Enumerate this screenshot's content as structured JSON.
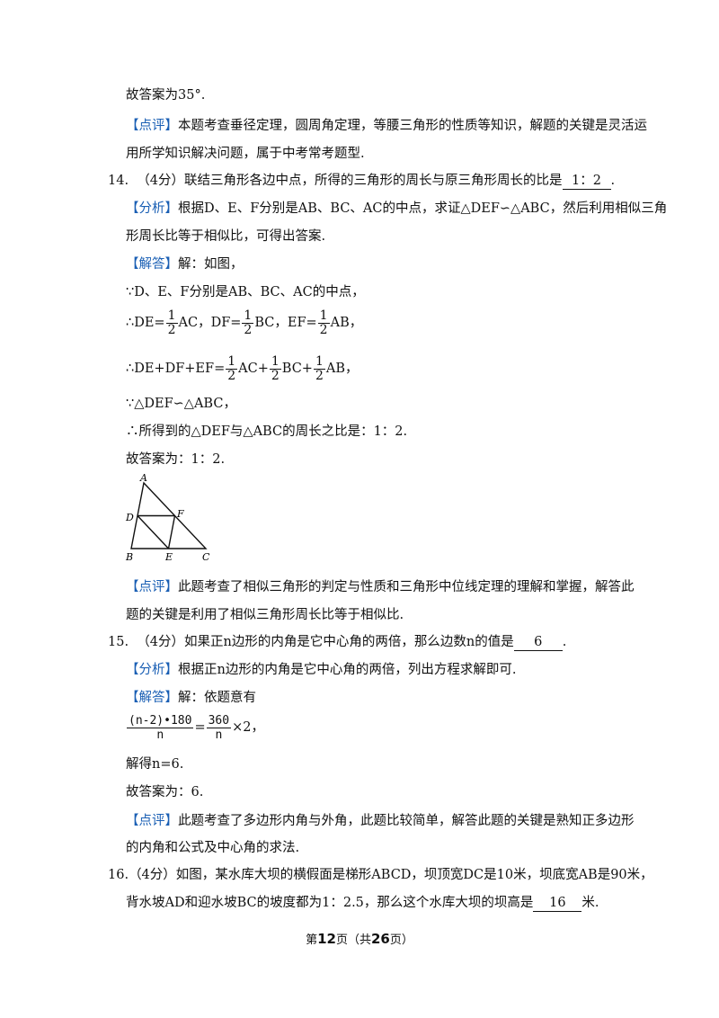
{
  "p13": {
    "answer_line": "故答案为35°.",
    "review_tag": "【点评】",
    "review_text_1": "本题考查垂径定理，圆周角定理，等腰三角形的性质等知识，解题的关键是灵活运",
    "review_text_2": "用所学知识解决问题，属于中考常考题型."
  },
  "q14": {
    "num": "14.",
    "score": "（4分）",
    "stem": "联结三角形各边中点，所得的三角形的周长与原三角形周长的比是",
    "answer": "1：2",
    "analysis_tag": "【分析】",
    "analysis_1": "根据D、E、F分别是AB、BC、AC的中点，求证△DEF∽△ABC，然后利用相似三角",
    "analysis_2": "形周长比等于相似比，可得出答案.",
    "solution_tag": "【解答】",
    "solution_intro": "解：如图，",
    "step1": "∵D、E、F分别是AB、BC、AC的中点，",
    "step2_prefix": "∴DE=",
    "step2_a": "AC，DF=",
    "step2_b": "BC，EF=",
    "step2_c": "AB，",
    "step3_prefix": "∴DE+DF+EF=",
    "step3_a": "AC+",
    "step3_b": "BC+",
    "step3_c": "AB，",
    "half_num": "1",
    "half_den": "2",
    "step4": "∵△DEF∽△ABC，",
    "step5": "∴所得到的△DEF与△ABC的周长之比是：1：2.",
    "final": "故答案为：1：2.",
    "figure_labels": {
      "A": "A",
      "B": "B",
      "C": "C",
      "D": "D",
      "E": "E",
      "F": "F"
    },
    "review_tag": "【点评】",
    "review_1": "此题考查了相似三角形的判定与性质和三角形中位线定理的理解和掌握，解答此",
    "review_2": "题的关键是利用了相似三角形周长比等于相似比."
  },
  "q15": {
    "num": "15.",
    "score": "（4分）",
    "stem": "如果正n边形的内角是它中心角的两倍，那么边数n的值是",
    "answer": "6",
    "analysis_tag": "【分析】",
    "analysis": "根据正n边形的内角是它中心角的两倍，列出方程求解即可.",
    "solution_tag": "【解答】",
    "solution_intro": "解：依题意有",
    "eq_lhs_num": "(n-2)•180",
    "eq_lhs_den": "n",
    "eq_rhs_num": "360",
    "eq_rhs_den": "n",
    "eq_eq": "=",
    "eq_tail": "×2，",
    "solve": "解得n=6.",
    "final": "故答案为：6.",
    "review_tag": "【点评】",
    "review_1": "此题考查了多边形内角与外角，此题比较简单，解答此题的关键是熟知正多边形",
    "review_2": "的内角和公式及中心角的求法."
  },
  "q16": {
    "num": "16.",
    "score": "（4分）",
    "stem_1": "如图，某水库大坝的横假面是梯形ABCD，坝顶宽DC是10米，坝底宽AB是90米，",
    "stem_2_pre": "背水坡AD和迎水坡BC的坡度都为1：2.5，那么这个水库大坝的坝高是",
    "answer": "16",
    "stem_2_post": "米."
  },
  "footer": {
    "pre": "第",
    "page": "12",
    "mid": "页（共",
    "total": "26",
    "post": "页）"
  }
}
